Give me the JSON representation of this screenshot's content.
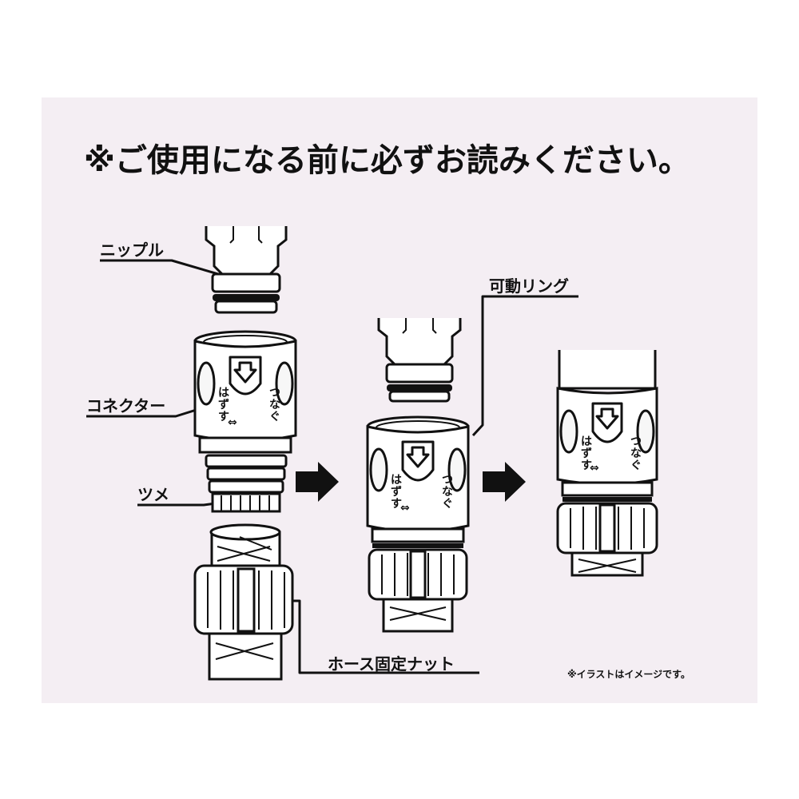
{
  "title": "※ご使用になる前に必ずお読みください。",
  "labels": {
    "nipple": "ニップル",
    "connector": "コネクター",
    "claw": "ツメ",
    "hose_nut": "ホース固定ナット",
    "movable_ring": "可動リング"
  },
  "connector_text": {
    "release": "はずす",
    "connect": "つなぐ",
    "arrow": "⇔"
  },
  "note": "※イラストはイメージです。",
  "colors": {
    "background": "#f4eef3",
    "ink": "#111111",
    "part_fill": "#ffffff"
  },
  "icons": [
    "down-arrow-icon",
    "step-arrow-icon",
    "double-arrow-icon"
  ]
}
